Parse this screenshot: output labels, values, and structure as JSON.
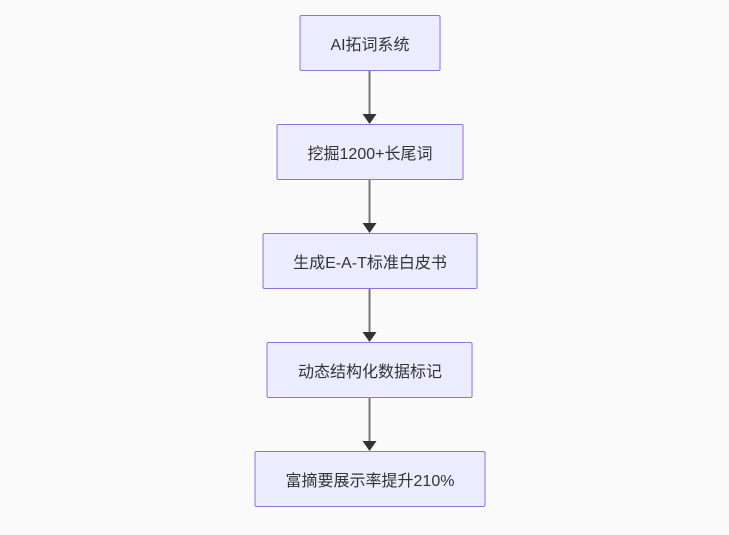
{
  "flowchart": {
    "type": "flowchart",
    "direction": "top-down",
    "colors": {
      "node_fill": "#ECECFF",
      "node_border": "#9370DB",
      "arrow_line": "#777777",
      "arrow_head": "#333333",
      "text": "#333333",
      "background": "#fafafa"
    },
    "nodes": [
      {
        "id": "n1",
        "label": "AI拓词系统"
      },
      {
        "id": "n2",
        "label": "挖掘1200+长尾词"
      },
      {
        "id": "n3",
        "label": "生成E-A-T标准白皮书"
      },
      {
        "id": "n4",
        "label": "动态结构化数据标记"
      },
      {
        "id": "n5",
        "label": "富摘要展示率提升210%"
      }
    ],
    "edges": [
      {
        "from": "n1",
        "to": "n2"
      },
      {
        "from": "n2",
        "to": "n3"
      },
      {
        "from": "n3",
        "to": "n4"
      },
      {
        "from": "n4",
        "to": "n5"
      }
    ]
  }
}
